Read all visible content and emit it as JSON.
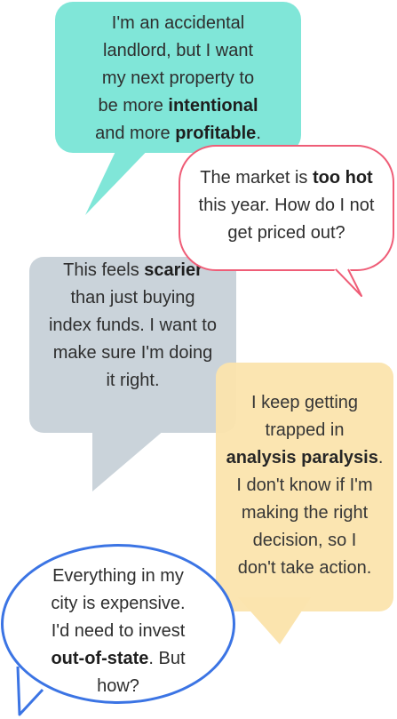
{
  "bubbles": {
    "teal": {
      "line1": "I'm an accidental",
      "line2": "landlord, but I want",
      "line3": "my next property to",
      "line4_pre": "be more ",
      "line4_bold": "intentional",
      "line5_pre": "and more ",
      "line5_bold": "profitable",
      "line5_post": ".",
      "color": "#80e6d8"
    },
    "red": {
      "line1_pre": "The market is ",
      "line1_bold": "too hot",
      "line2": "this year. How do I not",
      "line3": "get priced out?",
      "border_color": "#ef5d77"
    },
    "grey": {
      "line1_pre": "This feels ",
      "line1_bold": "scarier",
      "line2": "than just buying",
      "line3": "index funds. I want to",
      "line4": "make sure I'm doing",
      "line5": "it right.",
      "color": "#cad3da"
    },
    "yellow": {
      "line1": "I keep getting",
      "line2": "trapped in",
      "line3_bold": "analysis paralysis",
      "line3_post": ".",
      "line4": "I don't know if I'm",
      "line5": "making the right",
      "line6": "decision, so I",
      "line7": "don't take action.",
      "color": "#fbe4ae"
    },
    "blue": {
      "line1": "Everything in my",
      "line2": "city is expensive.",
      "line3": "I'd need to invest",
      "line4_bold": "out-of-state",
      "line4_post": ". But",
      "line5": "how?",
      "border_color": "#3b74e4"
    }
  }
}
